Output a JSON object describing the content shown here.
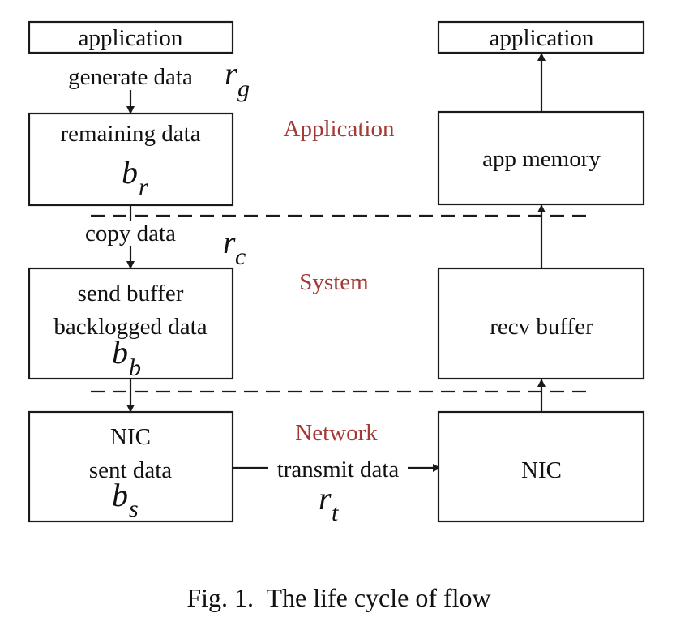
{
  "colors": {
    "layer_label": "#a33a36",
    "stroke": "#1a1a1a"
  },
  "left": {
    "top_app": "application",
    "generate": "generate data",
    "rate_g": {
      "base": "r",
      "sub": "g"
    },
    "remaining": "remaining data",
    "b_r": {
      "base": "b",
      "sub": "r"
    },
    "copy": "copy data",
    "rate_c": {
      "base": "r",
      "sub": "c"
    },
    "send_line1": "send buffer",
    "send_line2": "backlogged data",
    "b_b": {
      "base": "b",
      "sub": "b"
    },
    "nic_line1": "NIC",
    "nic_line2": "sent data",
    "b_s": {
      "base": "b",
      "sub": "s"
    }
  },
  "right": {
    "top_app": "application",
    "app_memory": "app memory",
    "recv_buffer": "recv buffer",
    "nic": "NIC"
  },
  "middle": {
    "transmit": "transmit data",
    "rate_t": {
      "base": "r",
      "sub": "t"
    }
  },
  "layers": {
    "application": "Application",
    "system": "System",
    "network": "Network"
  },
  "caption": "Fig. 1.  The life cycle of flow"
}
